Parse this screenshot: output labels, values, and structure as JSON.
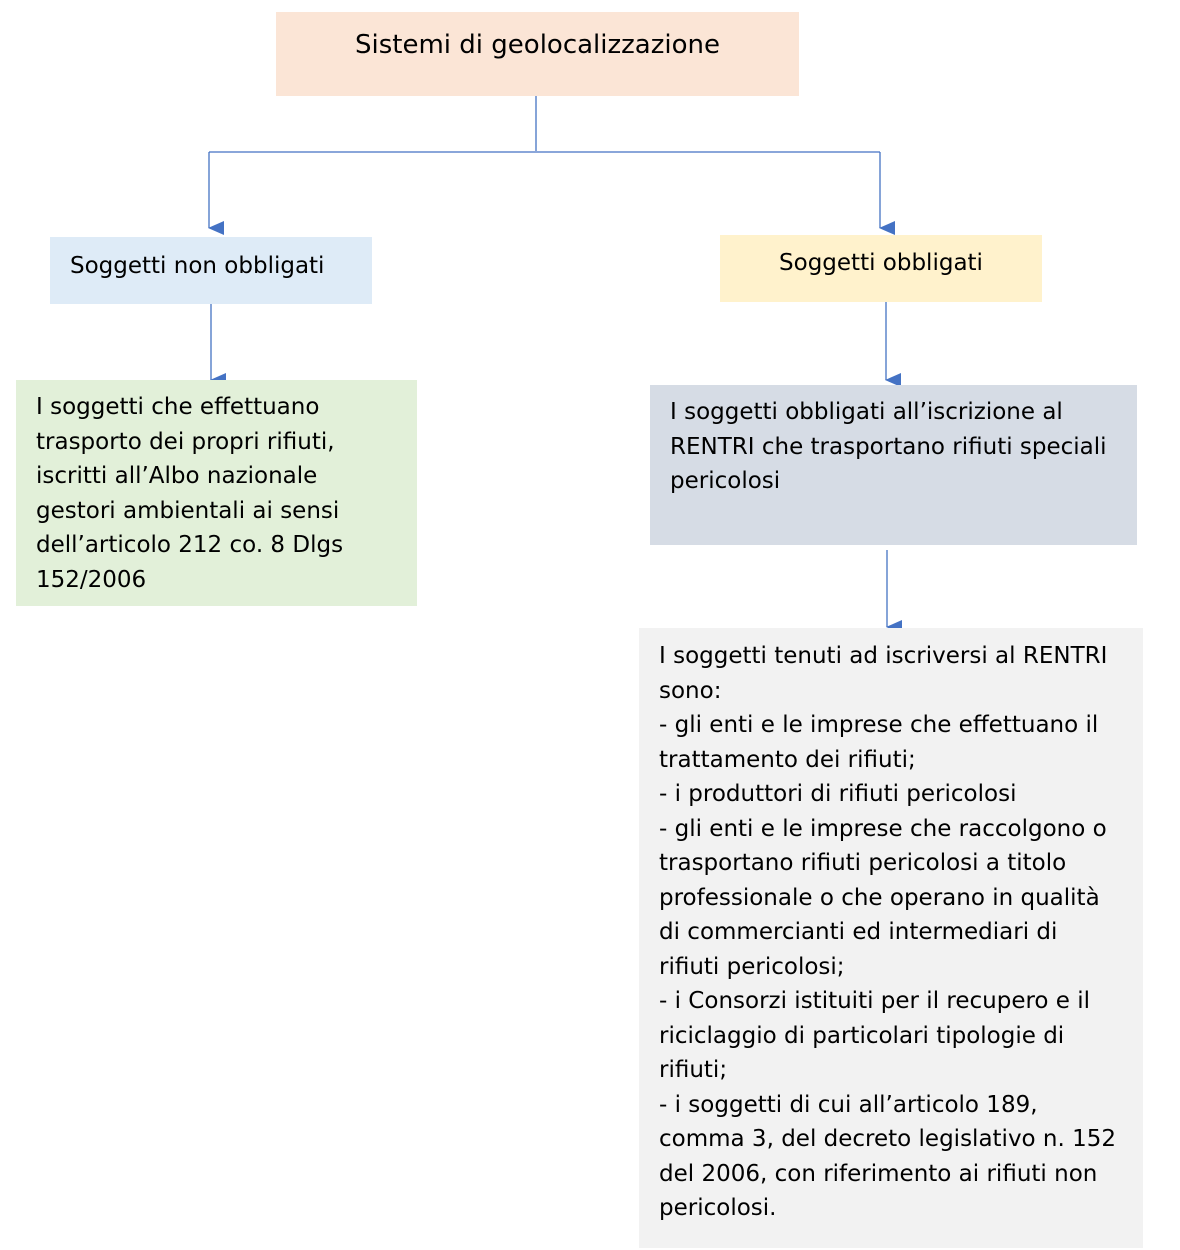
{
  "root": {
    "title": "Sistemi di geolocalizzazione"
  },
  "left_branch": {
    "label": "Soggetti non obbligati",
    "detail_lines": [
      "I soggetti che effettuano",
      "trasporto dei propri rifiuti,",
      "iscritti all’Albo nazionale",
      "gestori ambientali ai sensi",
      "dell’articolo 212 co. 8 Dlgs",
      "152/2006"
    ]
  },
  "right_branch": {
    "label": "Soggetti obbligati",
    "detail_lines": [
      "I soggetti obbligati all’iscrizione al",
      "RENTRI che trasportano rifiuti speciali",
      "pericolosi"
    ],
    "rentri_lines": [
      "I soggetti tenuti ad iscriversi al RENTRI",
      "sono:",
      "- gli enti e le imprese che effettuano il",
      "trattamento dei rifiuti;",
      "- i produttori di rifiuti pericolosi",
      "- gli enti e le imprese che raccolgono o",
      "trasportano rifiuti pericolosi a titolo",
      "professionale o che operano in qualità",
      "di commercianti ed intermediari di",
      "rifiuti pericolosi;",
      "- i Consorzi istituiti per il recupero e il",
      "riciclaggio di particolari tipologie di",
      "rifiuti;",
      "- i soggetti di cui all’articolo 189,",
      "comma 3, del decreto legislativo n. 152",
      "del 2006, con riferimento ai rifiuti non",
      "pericolosi."
    ]
  },
  "colors": {
    "connector": "#4472c4",
    "root_fill": "#fbe5d6",
    "left_fill": "#deebf7",
    "right_fill": "#fff2cc",
    "left_detail_fill": "#e2f0d9",
    "right_detail_fill": "#d6dce5",
    "rentri_fill": "#f2f2f2"
  }
}
